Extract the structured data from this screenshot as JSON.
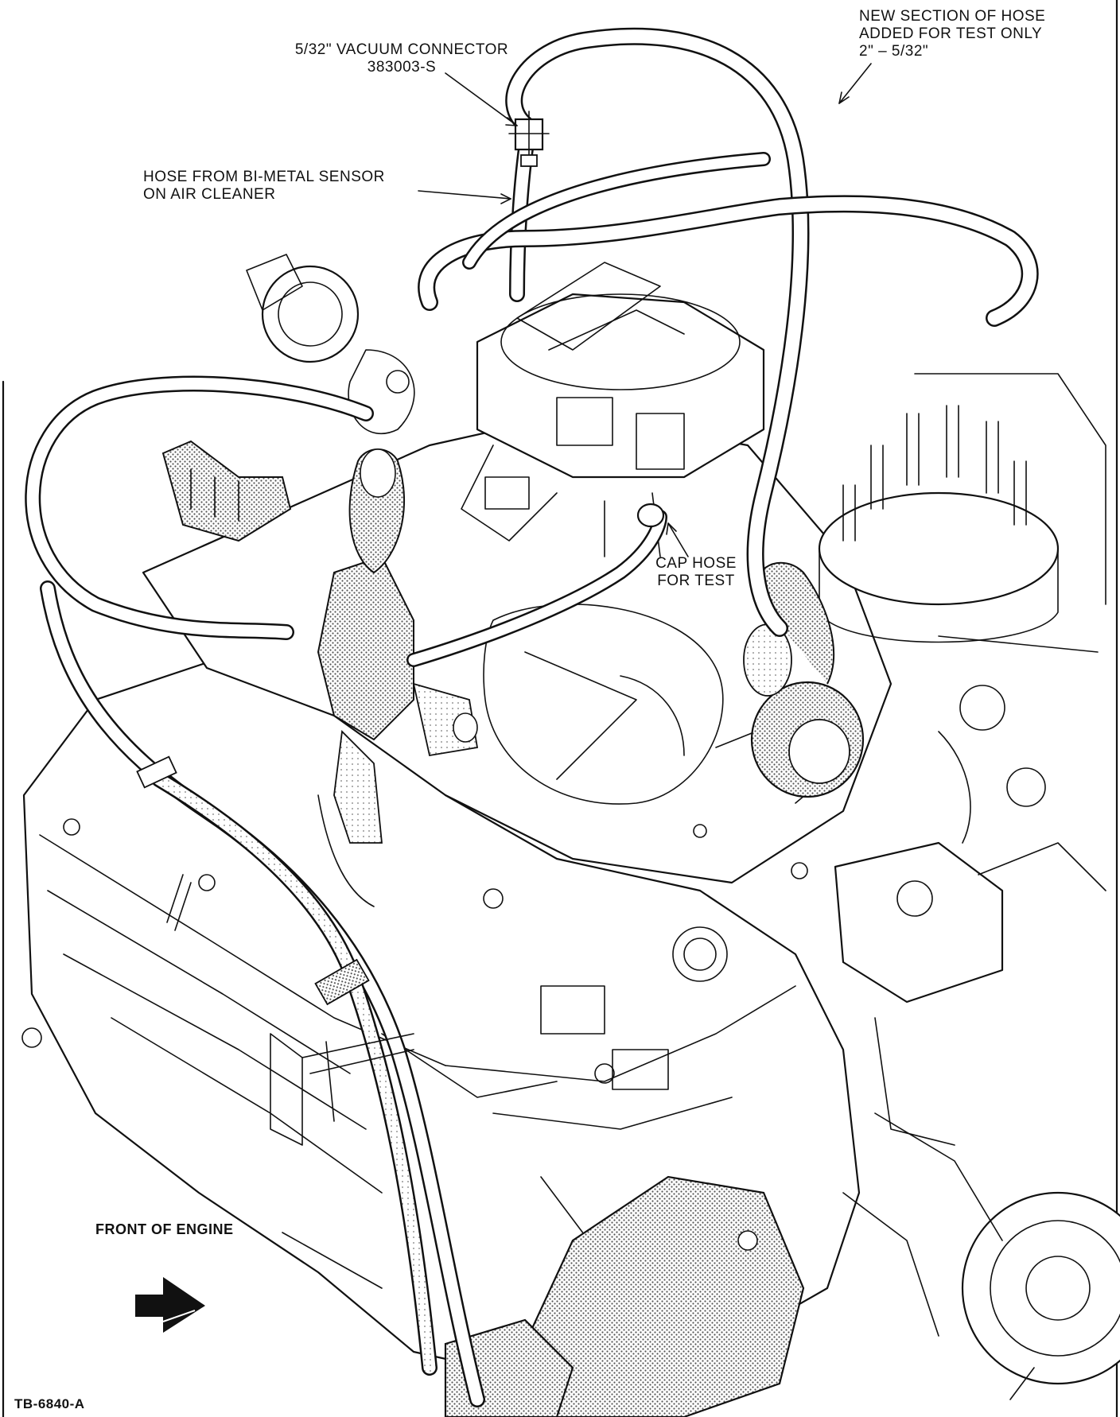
{
  "figure_id": "TB-6840-A",
  "colors": {
    "ink": "#111111",
    "paper": "#ffffff",
    "stipple": "#9a9a9a"
  },
  "labels": {
    "vacuum_connector": {
      "line1": "5/32\" VACUUM CONNECTOR",
      "line2": "383003-S"
    },
    "new_hose": {
      "line1": "NEW SECTION OF HOSE",
      "line2": "ADDED FOR TEST ONLY",
      "line3": "2\" – 5/32\""
    },
    "bimetal_hose": {
      "line1": "HOSE FROM BI-METAL SENSOR",
      "line2": "ON AIR CLEANER"
    },
    "cap_hose": {
      "line1": "CAP HOSE",
      "line2": "FOR TEST"
    },
    "front_of_engine": "FRONT OF ENGINE"
  },
  "icons": {
    "front_arrow": "right-arrow-icon"
  }
}
